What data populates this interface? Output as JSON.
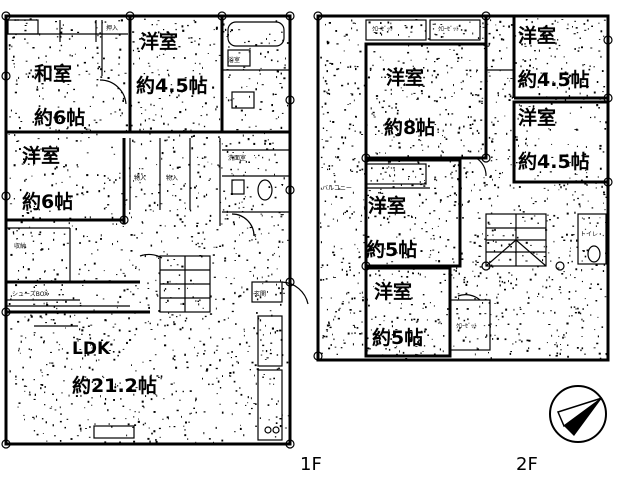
{
  "floor1": {
    "label": "1F",
    "rooms": {
      "washitsu": {
        "name": "和室",
        "size": "約6帖"
      },
      "yoshitsu_top": {
        "name": "洋室",
        "size": "約4.5帖"
      },
      "yoshitsu_left": {
        "name": "洋室",
        "size": "約6帖"
      },
      "ldk": {
        "name": "LDK",
        "size": "約21.2帖"
      }
    }
  },
  "floor2": {
    "label": "2F",
    "rooms": {
      "y8": {
        "name": "洋室",
        "size": "約8帖"
      },
      "y45_top": {
        "name": "洋室",
        "size": "約4.5帖"
      },
      "y45_mid": {
        "name": "洋室",
        "size": "約4.5帖"
      },
      "y5_a": {
        "name": "洋室",
        "size": "約5帖"
      },
      "y5_b": {
        "name": "洋室",
        "size": "約5帖"
      }
    }
  },
  "small_labels": [
    "クローゼット",
    "ｸﾛｰｾﾞｯﾄ",
    "押入",
    "物入",
    "浴室",
    "洗面室",
    "トイレ",
    "玄関",
    "収納",
    "バルコニー",
    "シューズBOX"
  ],
  "compass": {
    "icon": "north-arrow-icon"
  }
}
